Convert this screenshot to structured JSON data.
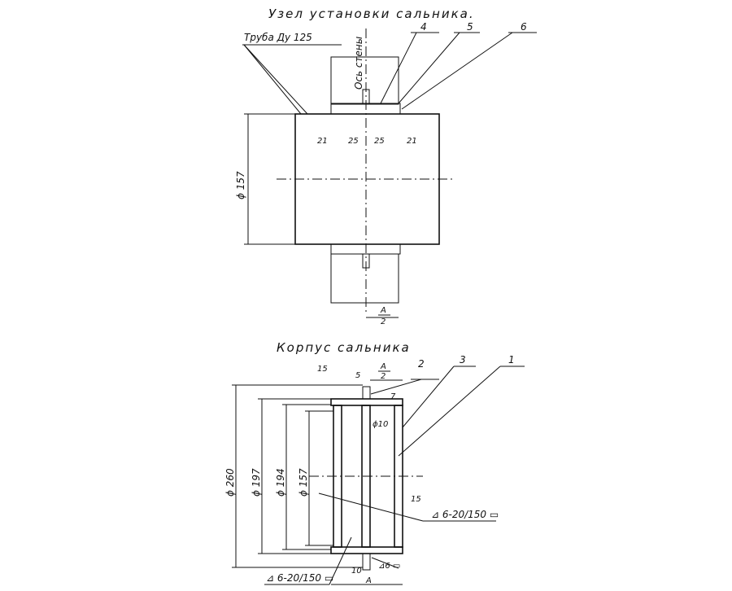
{
  "top_view": {
    "title": "Узел установки сальника.",
    "pipe_label": "Труба Ду 125",
    "wall_axis": "Ось стены",
    "callouts": [
      "4",
      "5",
      "6"
    ],
    "diameter": "ϕ 157",
    "dims": [
      "21",
      "25",
      "25",
      "21"
    ],
    "half_a_num": "A",
    "half_a_den": "2"
  },
  "bottom_view": {
    "title": "Корпус сальника",
    "callouts": [
      "2",
      "3",
      "1"
    ],
    "dim_15_top": "15",
    "dim_5": "5",
    "half_a_num": "A",
    "half_a_den": "2",
    "dim_7": "7",
    "dim_phi10": "ϕ10",
    "dim_15_side": "15",
    "diameters": [
      "ϕ 260",
      "ϕ 197",
      "ϕ 194",
      "ϕ 157"
    ],
    "weld_right": "⊿ 6-20/150 ▭",
    "weld_left": "⊿ 6-20/150 ▭",
    "weld_small": "⊿6 ▭",
    "dim_10": "10",
    "dim_a": "A"
  }
}
